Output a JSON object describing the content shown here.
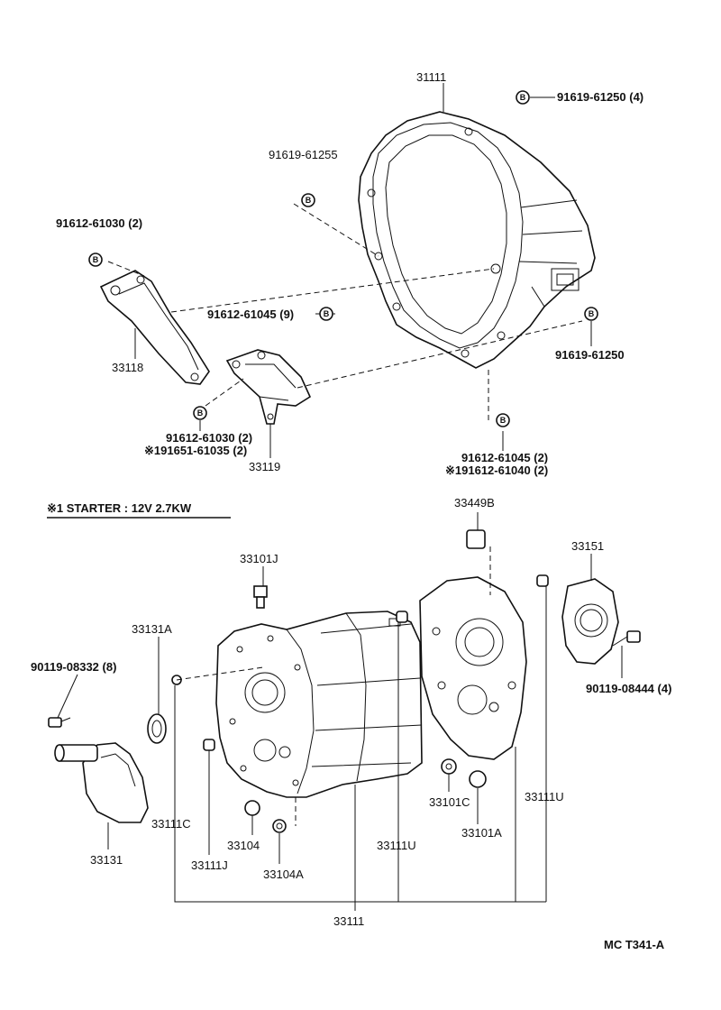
{
  "labels": {
    "bell_housing": "31111",
    "bolt_top_right": "91619-61250 (4)",
    "bolt_upper_left": "91619-61255",
    "bolt_left_bracket": "91612-61030 (2)",
    "bolt_center": "91612-61045 (9)",
    "bolt_right": "91619-61250",
    "bracket_a": "33118",
    "bracket_b": "33119",
    "bolt_bracket_b_1": "91612-61030 (2)",
    "bolt_bracket_b_2": "※191651-61035 (2)",
    "bolt_bottom_1": "91612-61045 (2)",
    "bolt_bottom_2": "※191612-61040 (2)",
    "note": "※1  STARTER : 12V  2.7KW",
    "p33449b": "33449B",
    "p33101j": "33101J",
    "p33151": "33151",
    "p33131a": "33131A",
    "p90119_08332": "90119-08332 (8)",
    "p90119_08444": "90119-08444 (4)",
    "p33111c": "33111C",
    "p33104": "33104",
    "p33111j": "33111J",
    "p33104a": "33104A",
    "p33111u_mid": "33111U",
    "p33101c": "33101C",
    "p33101a": "33101A",
    "p33111u_right": "33111U",
    "p33131": "33131",
    "p33111_bottom": "33111",
    "ref_code": "MC  T341-A"
  },
  "b_symbol": "B",
  "colors": {
    "ink": "#111111",
    "paper": "#ffffff"
  },
  "icons": [
    "b-circle-icon"
  ]
}
